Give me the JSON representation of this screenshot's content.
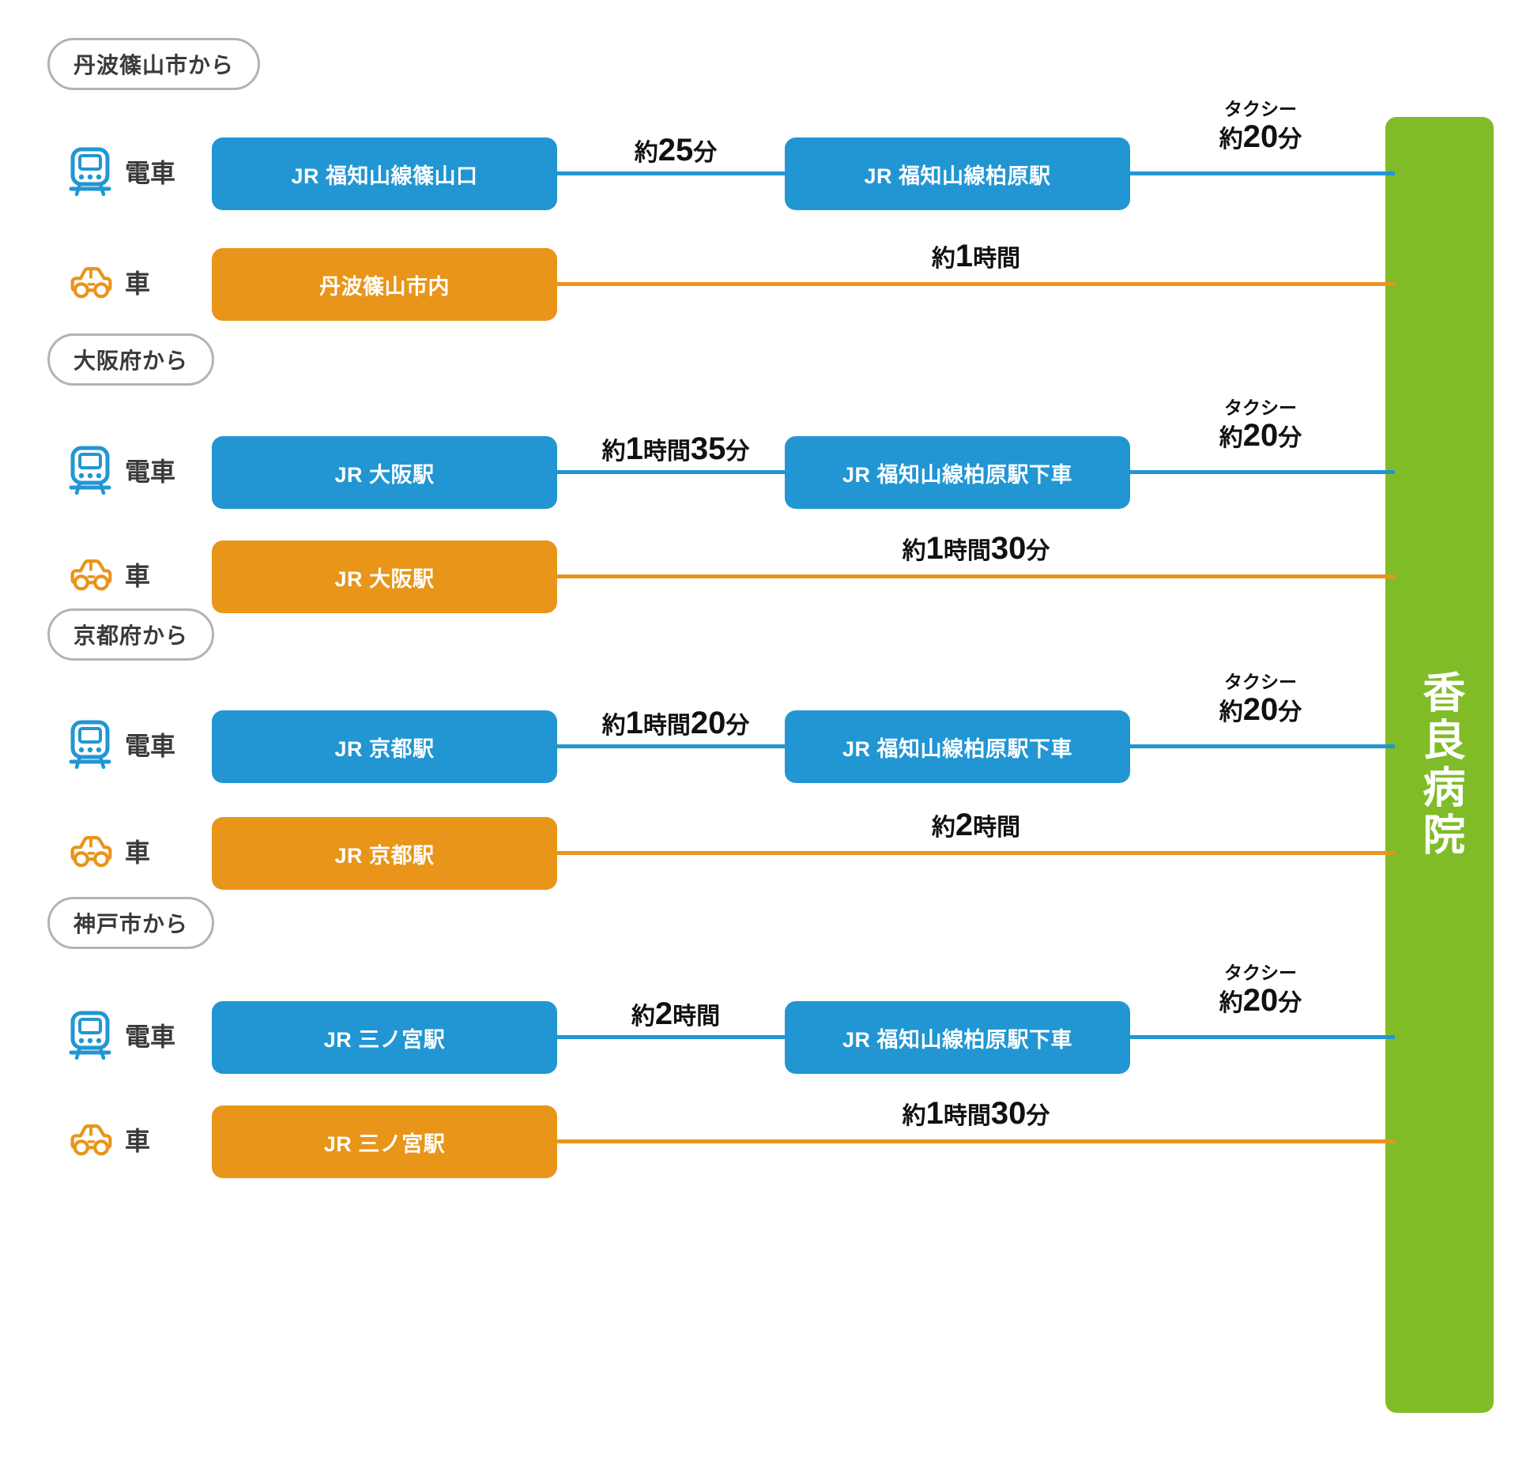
{
  "destination": {
    "name": "香良病院",
    "color": "#80bc28"
  },
  "colors": {
    "train": "#2196d3",
    "car": "#e8951a",
    "destination": "#80bc28",
    "pill_border": "#b3b3b3",
    "text": "#333333"
  },
  "modes": {
    "train_label": "電車",
    "car_label": "車",
    "taxi_label": "タクシー"
  },
  "sections": [
    {
      "origin": "丹波篠山市から",
      "train": {
        "start": "JR 福知山線篠山口",
        "segment_duration": "約25分",
        "mid": "JR 福知山線柏原駅",
        "taxi_caption": "タクシー",
        "taxi_duration": "約20分"
      },
      "car": {
        "start": "丹波篠山市内",
        "duration": "約1時間"
      }
    },
    {
      "origin": "大阪府から",
      "train": {
        "start": "JR 大阪駅",
        "segment_duration": "約1時間35分",
        "mid": "JR 福知山線柏原駅下車",
        "taxi_caption": "タクシー",
        "taxi_duration": "約20分"
      },
      "car": {
        "start": "JR 大阪駅",
        "duration": "約1時間30分"
      }
    },
    {
      "origin": "京都府から",
      "train": {
        "start": "JR 京都駅",
        "segment_duration": "約1時間20分",
        "mid": "JR 福知山線柏原駅下車",
        "taxi_caption": "タクシー",
        "taxi_duration": "約20分"
      },
      "car": {
        "start": "JR 京都駅",
        "duration": "約2時間"
      }
    },
    {
      "origin": "神戸市から",
      "train": {
        "start": "JR 三ノ宮駅",
        "segment_duration": "約2時間",
        "mid": "JR 福知山線柏原駅下車",
        "taxi_caption": "タクシー",
        "taxi_duration": "約20分"
      },
      "car": {
        "start": "JR 三ノ宮駅",
        "duration": "約1時間30分"
      }
    }
  ]
}
